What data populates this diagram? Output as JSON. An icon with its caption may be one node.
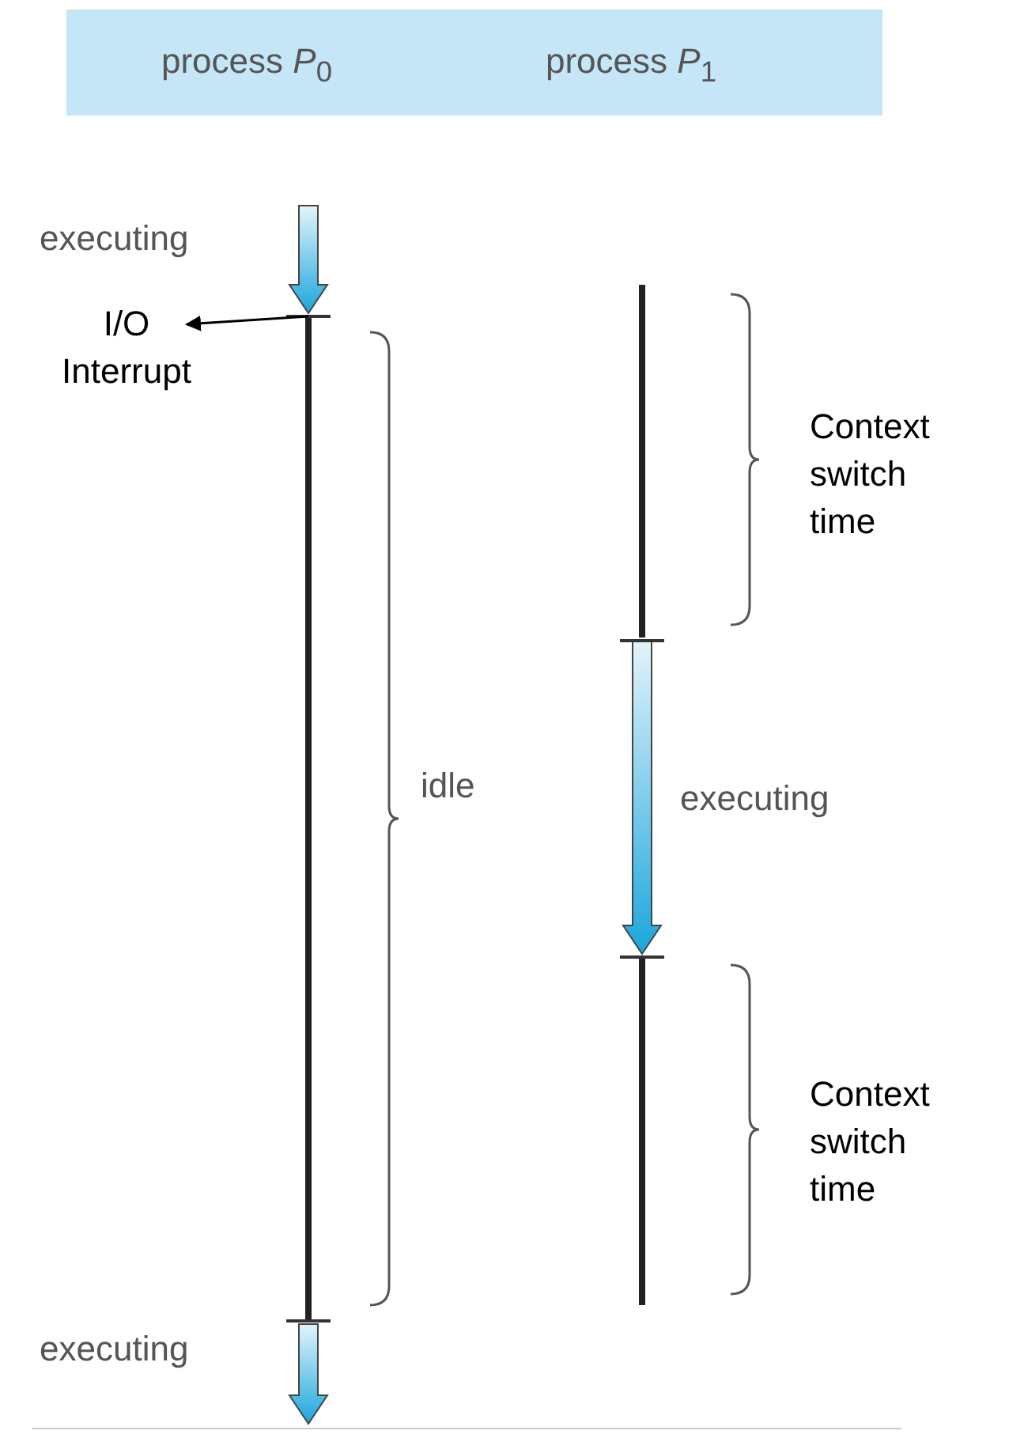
{
  "diagram": {
    "nodes": [
      {
        "text": [
          "process *P*$_{0}$",
          "process *P*$_{1}$"
        ]
      },
      {
        "text": [
          "I/O Interrupt"
        ]
      }
    ],
    "edges": [
      {
        "from": null,
        "to": 1,
        "arrow": "to"
      }
    ],
    "labels": [
      "executing",
      "Context switch time",
      "idle",
      "executing",
      "Context switch time",
      "executing"
    ]
  }
}
